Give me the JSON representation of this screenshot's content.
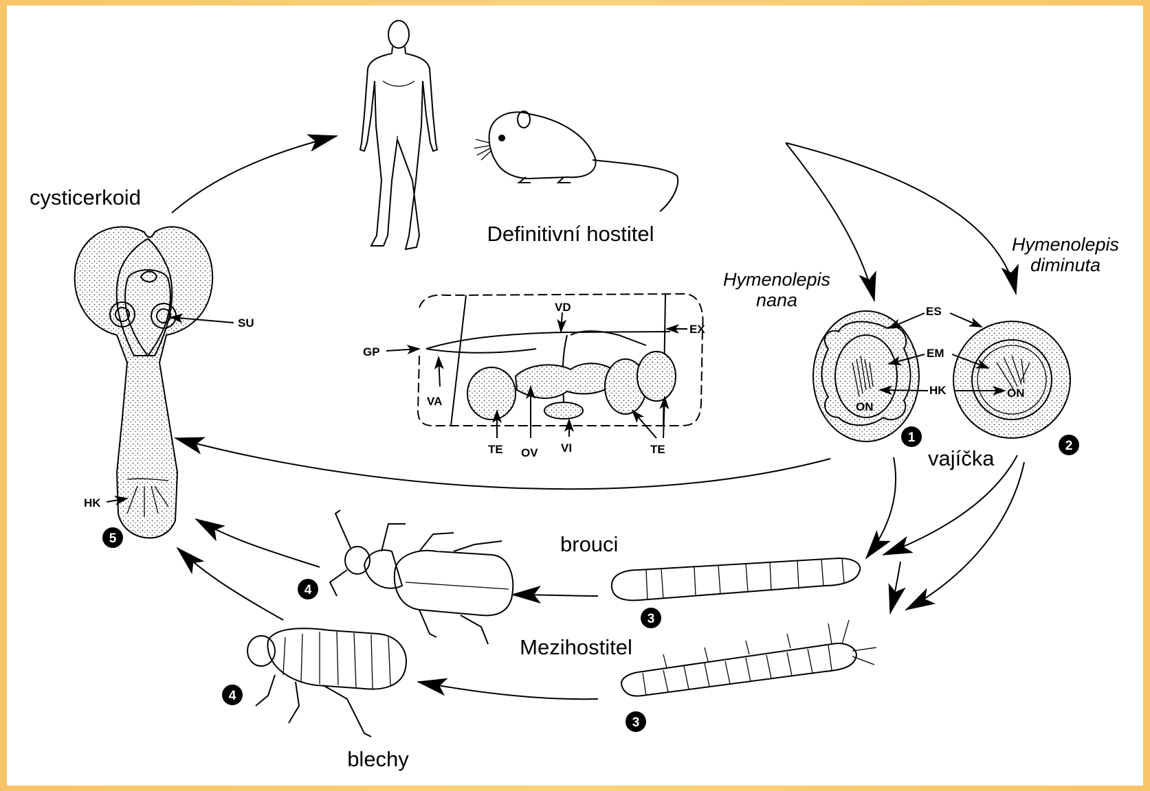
{
  "labels": {
    "definitive_host": "Definitivní hostitel",
    "cysticercoid": "cysticerkoid",
    "h_nana_1": "Hymenolepis",
    "h_nana_2": "nana",
    "h_diminuta_1": "Hymenolepis",
    "h_diminuta_2": "diminuta",
    "eggs": "vajíčka",
    "beetles": "brouci",
    "intermediate_host": "Mezihostitel",
    "fleas": "blechy"
  },
  "abbreviations": {
    "su": "SU",
    "hk": "HK",
    "gp": "GP",
    "vd": "VD",
    "ex": "EX",
    "va": "VA",
    "te": "TE",
    "ov": "OV",
    "vi": "VI",
    "es": "ES",
    "em": "EM",
    "on": "ON"
  },
  "stage_numbers": {
    "egg_nana": "1",
    "egg_diminuta": "2",
    "larva": "3",
    "adult": "4",
    "cysticercoid": "5"
  },
  "colors": {
    "frame_background": "#f7c567",
    "panel_background": "#ffffff",
    "ink": "#000000"
  }
}
